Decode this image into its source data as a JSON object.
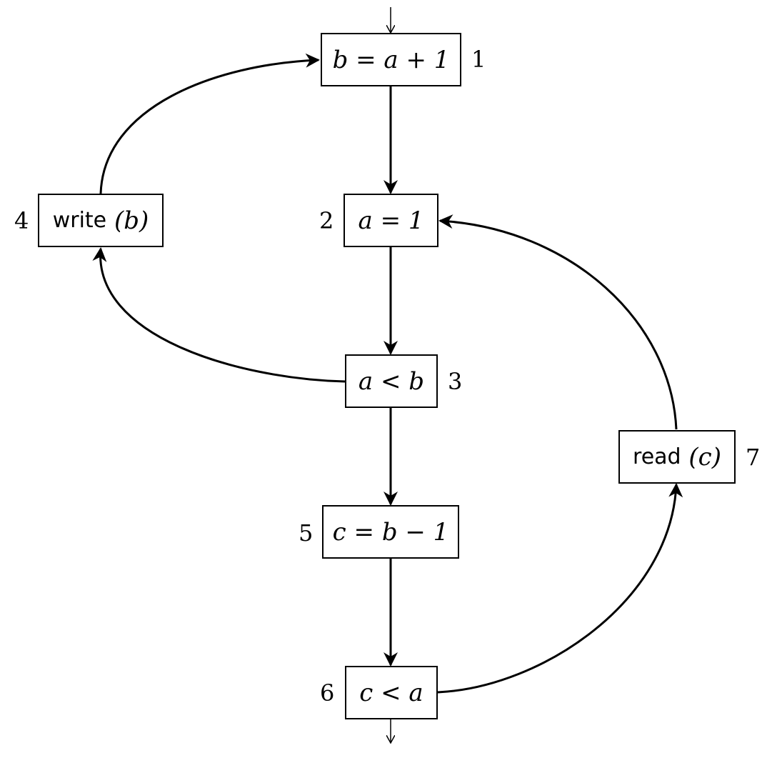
{
  "nodes": [
    {
      "id": "1",
      "number": "1",
      "label": "b = a + 1"
    },
    {
      "id": "2",
      "number": "2",
      "label": "a = 1"
    },
    {
      "id": "3",
      "number": "3",
      "label": "a < b"
    },
    {
      "id": "4",
      "number": "4",
      "keyword": "write",
      "arg": "(b)"
    },
    {
      "id": "5",
      "number": "5",
      "label": "c = b − 1"
    },
    {
      "id": "6",
      "number": "6",
      "label": "c < a"
    },
    {
      "id": "7",
      "number": "7",
      "keyword": "read",
      "arg": "(c)"
    }
  ],
  "edges": [
    {
      "from": "entry",
      "to": "1"
    },
    {
      "from": "1",
      "to": "2"
    },
    {
      "from": "2",
      "to": "3"
    },
    {
      "from": "3",
      "to": "4"
    },
    {
      "from": "4",
      "to": "1"
    },
    {
      "from": "3",
      "to": "5"
    },
    {
      "from": "5",
      "to": "6"
    },
    {
      "from": "6",
      "to": "7"
    },
    {
      "from": "7",
      "to": "2"
    },
    {
      "from": "6",
      "to": "exit"
    }
  ]
}
